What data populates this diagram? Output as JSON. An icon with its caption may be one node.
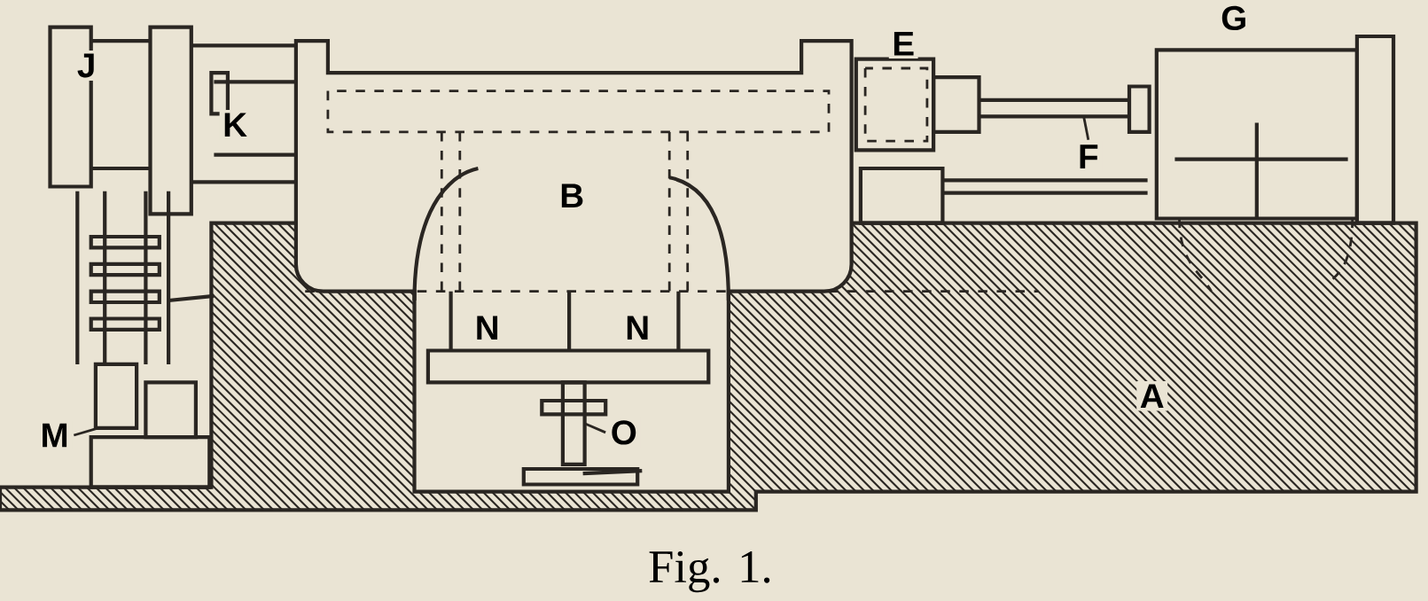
{
  "diagram": {
    "caption": "Fig. 1.",
    "nodes": [
      {
        "text": [
          "M"
        ]
      },
      {
        "text": [
          "O"
        ]
      },
      {
        "text": [
          "F"
        ]
      }
    ],
    "edges": [
      {
        "from": 0,
        "to": null,
        "arrow": "none"
      },
      {
        "from": 1,
        "to": null,
        "arrow": "none"
      },
      {
        "from": 2,
        "to": null,
        "arrow": "none"
      }
    ],
    "labels": [
      "G",
      "E",
      "J",
      "K",
      "B",
      "N",
      "N",
      "A"
    ]
  }
}
